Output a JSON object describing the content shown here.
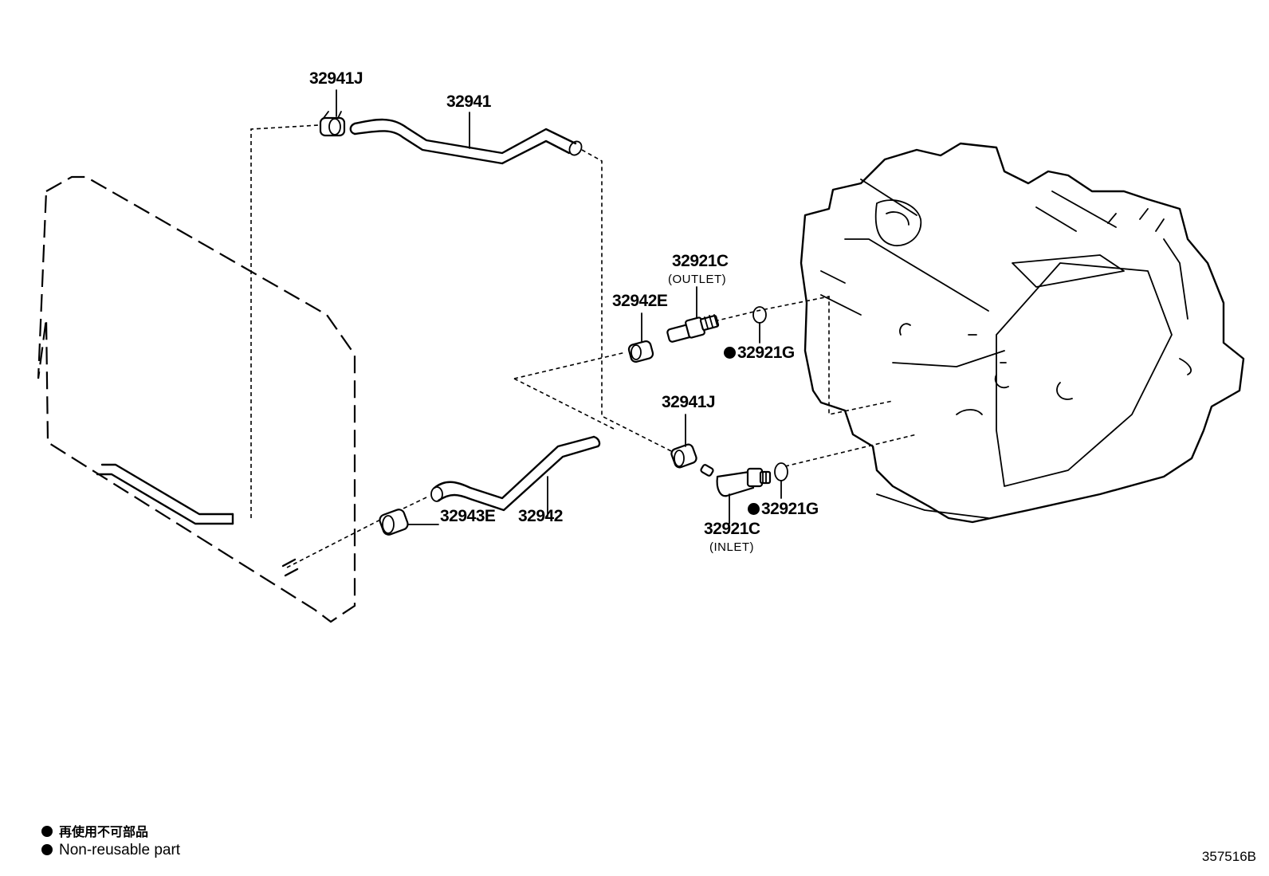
{
  "parts": [
    {
      "id": "clamp-top",
      "number": "32941J"
    },
    {
      "id": "hose-upper",
      "number": "32941"
    },
    {
      "id": "union-outlet",
      "number": "32921C",
      "note": "(OUTLET)"
    },
    {
      "id": "clamp-outlet",
      "number": "32942E"
    },
    {
      "id": "gasket-outlet",
      "number": "32921G",
      "non_reusable": true
    },
    {
      "id": "clamp-inlet",
      "number": "32941J"
    },
    {
      "id": "hose-lower",
      "number": "32942"
    },
    {
      "id": "clamp-lower",
      "number": "32943E"
    },
    {
      "id": "gasket-inlet",
      "number": "32921G",
      "non_reusable": true
    },
    {
      "id": "union-inlet",
      "number": "32921C",
      "note": "(INLET)"
    }
  ],
  "legend": {
    "non_reusable_jp": "再使用不可部品",
    "non_reusable_en": "Non-reusable part"
  },
  "diagram_code": "357516B"
}
